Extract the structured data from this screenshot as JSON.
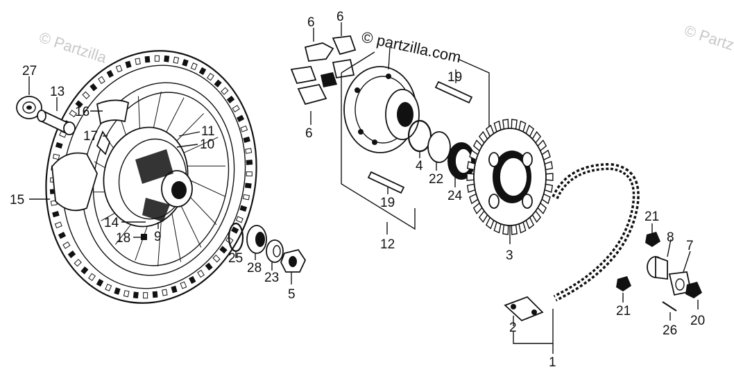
{
  "watermark": {
    "center": "© partzilla.com",
    "left": "© Partzilla",
    "right": "© Partz"
  },
  "callouts": {
    "c1": "1",
    "c2": "2",
    "c3": "3",
    "c4": "4",
    "c5": "5",
    "c6a": "6",
    "c6b": "6",
    "c6c": "6",
    "c7": "7",
    "c8": "8",
    "c9": "9",
    "c10": "10",
    "c11": "11",
    "c12": "12",
    "c13": "13",
    "c14": "14",
    "c15": "15",
    "c16": "16",
    "c17": "17",
    "c18": "18",
    "c19a": "19",
    "c19b": "19",
    "c20": "20",
    "c21a": "21",
    "c21b": "21",
    "c22": "22",
    "c23": "23",
    "c24": "24",
    "c25": "25",
    "c26": "26",
    "c27": "27",
    "c28": "28"
  }
}
